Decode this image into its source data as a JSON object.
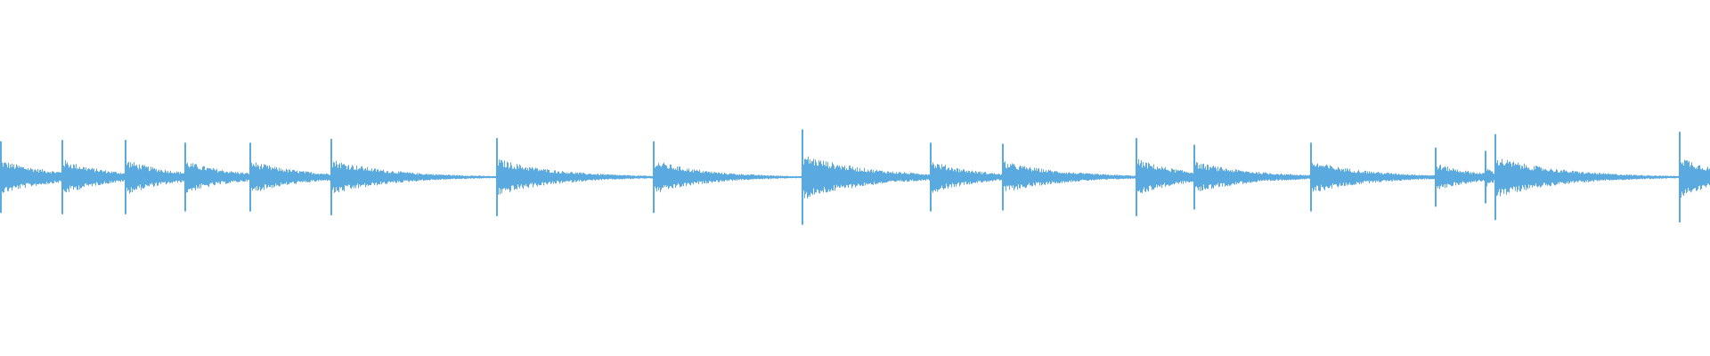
{
  "waveform": {
    "color": "#5aaae0",
    "background": "#ffffff",
    "onsets": [
      {
        "t": 0.0,
        "amp": 0.75,
        "decay": 0.04
      },
      {
        "t": 0.036,
        "amp": 0.78,
        "decay": 0.035
      },
      {
        "t": 0.073,
        "amp": 0.78,
        "decay": 0.035
      },
      {
        "t": 0.108,
        "amp": 0.72,
        "decay": 0.035
      },
      {
        "t": 0.146,
        "amp": 0.72,
        "decay": 0.04
      },
      {
        "t": 0.193,
        "amp": 0.8,
        "decay": 0.045
      },
      {
        "t": 0.29,
        "amp": 0.82,
        "decay": 0.045
      },
      {
        "t": 0.382,
        "amp": 0.75,
        "decay": 0.04
      },
      {
        "t": 0.469,
        "amp": 1.0,
        "decay": 0.05
      },
      {
        "t": 0.544,
        "amp": 0.72,
        "decay": 0.035
      },
      {
        "t": 0.586,
        "amp": 0.7,
        "decay": 0.045
      },
      {
        "t": 0.664,
        "amp": 0.82,
        "decay": 0.035
      },
      {
        "t": 0.698,
        "amp": 0.68,
        "decay": 0.045
      },
      {
        "t": 0.766,
        "amp": 0.72,
        "decay": 0.045
      },
      {
        "t": 0.839,
        "amp": 0.62,
        "decay": 0.03
      },
      {
        "t": 0.868,
        "amp": 0.55,
        "decay": 0.008
      },
      {
        "t": 0.874,
        "amp": 0.9,
        "decay": 0.05
      },
      {
        "t": 0.982,
        "amp": 0.95,
        "decay": 0.03
      }
    ]
  }
}
